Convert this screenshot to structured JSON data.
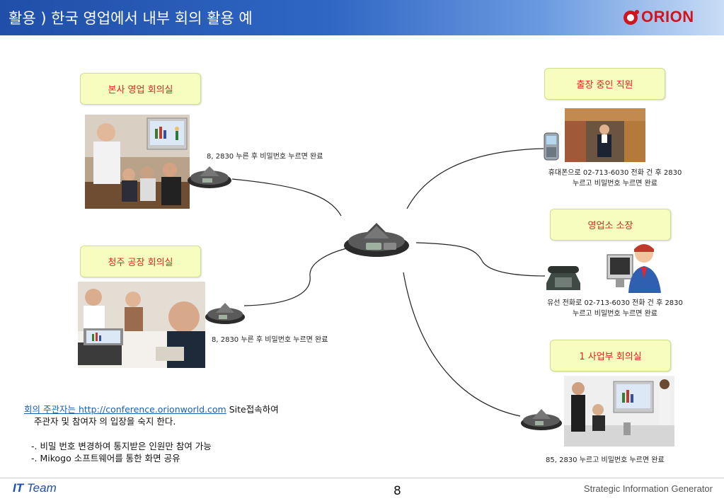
{
  "header": {
    "title": "활용 ) 한국 영업에서 내부 회의 활용 예",
    "logo_text": "ORION"
  },
  "nodes": {
    "hq": {
      "label": "본사 영업 회의실",
      "caption": "8, 2830 누른 후 비밀번호 누르면 완료"
    },
    "cheongju": {
      "label": "청주 공장 회의실",
      "caption": "8, 2830 누른 후 비밀번호 누르면 완료"
    },
    "traveler": {
      "label": "출장 중인 직원",
      "caption_line1": "휴대폰으로 02-713-6030 전화 건 후  2830",
      "caption_line2": "누르고 비밀번호 누르면 완료"
    },
    "branch": {
      "label": "영업소 소장",
      "caption_line1": "유선 전화로 02-713-6030 전화 건 후  2830",
      "caption_line2": "누르고 비밀번호 누르면 완료"
    },
    "division": {
      "label": "1 사업부 회의실",
      "caption": "85, 2830 누르고 비밀번호 누르면 완료"
    }
  },
  "note": {
    "link_text": "회의 주관자는 http://conference.orionworld.com",
    "after_link": " Site접속하여",
    "line2": "주관자  및  참여자  의  입장을  숙지  한다.",
    "bullet1": "-. 비밀 번호 변경하여 통지받은 인원만 참여 가능",
    "bullet2": "-. Mikogo 소프트웨어를  통한 화면 공유"
  },
  "footer": {
    "team_it": "IT",
    "team_rest": " Team",
    "page": "8",
    "signature": "Strategic Information Generator"
  },
  "colors": {
    "header_blue": "#2f66c4",
    "label_bg": "#f7fcbf",
    "label_text": "#e3241b",
    "link": "#1a5fb4"
  }
}
